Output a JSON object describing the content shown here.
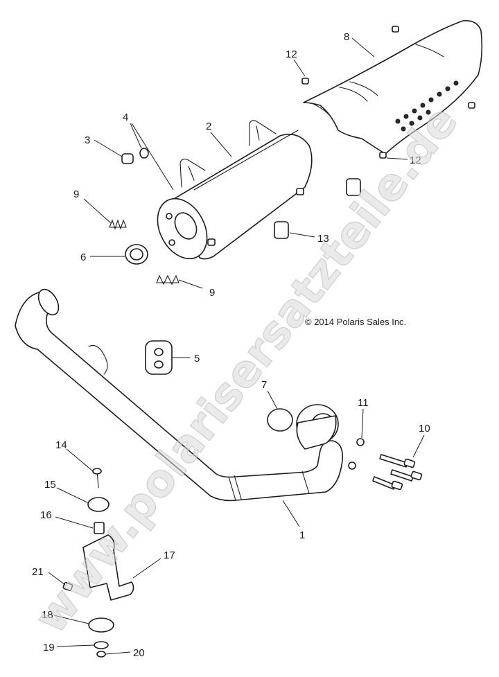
{
  "watermark": "www.polarisersatzteile.de",
  "copyright": "© 2014 Polaris Sales Inc.",
  "callouts": {
    "c1": "1",
    "c2": "2",
    "c3": "3",
    "c4": "4",
    "c5": "5",
    "c6": "6",
    "c7": "7",
    "c8": "8",
    "c9a": "9",
    "c9b": "9",
    "c10": "10",
    "c11": "11",
    "c12a": "12",
    "c12b": "12",
    "c13": "13",
    "c14": "14",
    "c15": "15",
    "c16": "16",
    "c17": "17",
    "c18": "18",
    "c19": "19",
    "c20": "20",
    "c21": "21"
  }
}
